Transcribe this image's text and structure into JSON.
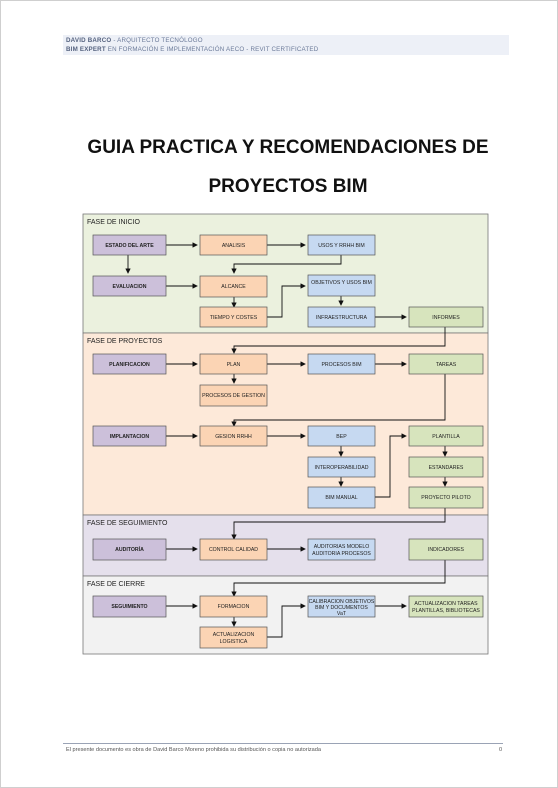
{
  "header": {
    "author": "DAVID BARCO",
    "role": "ARQUITECTO TECNÓLOGO",
    "expert": "BIM EXPERT",
    "certifications": "EN FORMACIÓN E IMPLEMENTACIÓN AECO - REVIT CERTIFICATED"
  },
  "title": {
    "line1": "GUIA PRACTICA Y RECOMENDACIONES DE",
    "line2": "PROYECTOS BIM"
  },
  "phases": [
    {
      "label": "FASE DE INICIO",
      "color": "#ebf1de"
    },
    {
      "label": "FASE DE PROYECTOS",
      "color": "#fde9d9"
    },
    {
      "label": "FASE DE SEGUIMIENTO",
      "color": "#e5e0ec"
    },
    {
      "label": "FASE DE CIERRE",
      "color": "#f2f2f2"
    }
  ],
  "colors": {
    "purple": "#ccc0da",
    "orange": "#fbd4b4",
    "blue": "#c6d9f1",
    "green": "#d7e4bd",
    "arrow": "#111111"
  },
  "boxes": {
    "estado_del_arte": "ESTADO DEL ARTE",
    "analisis": "ANALISIS",
    "usos_rrhh_bim": "USOS Y RRHH BIM",
    "evaluacion": "EVALUACION",
    "alcance": "ALCANCE",
    "objetivos_usos_bim": "OBJETIVOS Y USOS BIM",
    "tiempo_costes": "TIEMPO Y COSTES",
    "infraestructura": "INFRAESTRUCTURA",
    "informes": "INFORMES",
    "planificacion": "PLANIFICACION",
    "plan": "PLAN",
    "procesos_bim": "PROCESOS BIM",
    "tareas": "TAREAS",
    "procesos_gestion": "PROCESOS DE GESTION",
    "implantacion": "IMPLANTACION",
    "gestion_rrhh": "GESION RRHH",
    "bep": "BEP",
    "plantilla": "PLANTILLA",
    "interoperabilidad": "INTEROPERABILIDAD",
    "estandares": "ESTANDARES",
    "bim_manual": "BIM MANUAL",
    "proyecto_piloto": "PROYECTO PILOTO",
    "auditoria": "AUDITORÍA",
    "control_calidad": "CONTROL CALIDAD",
    "auditorias_line1": "AUDITORIAS MODELO",
    "auditorias_line2": "AUDITORIA PROCESOS",
    "indicadores": "INDICADORES",
    "seguimiento": "SEGUIMIENTO",
    "formacion": "FORMACION",
    "calibracion_line1": "CALIBRACION OBJETIVOS",
    "calibracion_line2": "BIM Y DOCUMENTOS",
    "calibracion_line3": "VaT",
    "actualizacion_tareas_line1": "ACTUALIZACION TAREAS",
    "actualizacion_tareas_line2": "PLANTILLAS, BIBLIOTECAS",
    "actualizacion_logistica_line1": "ACTUALIZACION",
    "actualizacion_logistica_line2": "LOGISTICA"
  },
  "footer": {
    "text": "El presente documento es obra de David Barco Moreno prohibida su distribución o copia no autorizada",
    "page": "0"
  }
}
